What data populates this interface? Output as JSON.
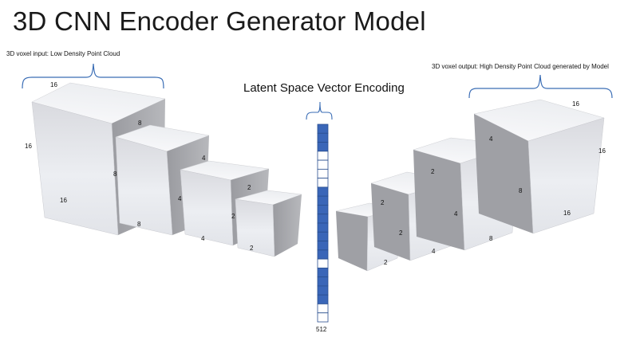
{
  "title": "3D CNN Encoder Generator Model",
  "input_label": "3D voxel input: Low Density Point Cloud",
  "output_label": "3D voxel output: High Density Point Cloud generated by Model",
  "latent_label": "Latent Space Vector Encoding",
  "latent_size_label": "512",
  "colors": {
    "cube_front": "#e8e9ed",
    "cube_top": "#f4f5f7",
    "cube_side": "#a9aaae",
    "bracket": "#3a6db5",
    "vector_fill": "#3a66b8",
    "vector_empty": "#ffffff",
    "vector_border": "#2a4f8f"
  },
  "latent_cells": [
    1,
    1,
    1,
    0,
    0,
    0,
    0,
    1,
    1,
    1,
    1,
    1,
    1,
    1,
    1,
    0,
    1,
    1,
    1,
    1,
    0,
    0
  ],
  "encoder_cubes": [
    {
      "size_w": "16",
      "size_h": "16",
      "size_d": "8"
    },
    {
      "size_w": "8",
      "size_h": "8",
      "size_d": "4"
    },
    {
      "size_w": "4",
      "size_h": "4",
      "size_d": "2"
    },
    {
      "size_w": "2",
      "size_h": "2",
      "size_d": "2"
    }
  ],
  "decoder_cubes": [
    {
      "size_w": "2",
      "size_h": "2",
      "size_d": "2"
    },
    {
      "size_w": "4",
      "size_h": "4",
      "size_d": "2"
    },
    {
      "size_w": "8",
      "size_h": "8",
      "size_d": "4"
    },
    {
      "size_w": "16",
      "size_h": "16",
      "size_d": "8"
    }
  ]
}
